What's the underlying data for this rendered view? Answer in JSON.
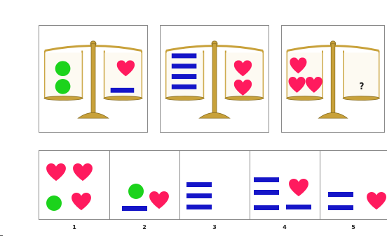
{
  "colors": {
    "heart": "#ff1a5e",
    "circle": "#1cd31c",
    "bar": "#1515c8",
    "scale_gold": "#c8a13a",
    "scale_dark": "#8a6f22",
    "border": "#8a8a8a"
  },
  "question_mark": "?",
  "options": [
    {
      "label": "1"
    },
    {
      "label": "2"
    },
    {
      "label": "3"
    },
    {
      "label": "4"
    },
    {
      "label": "5"
    }
  ]
}
